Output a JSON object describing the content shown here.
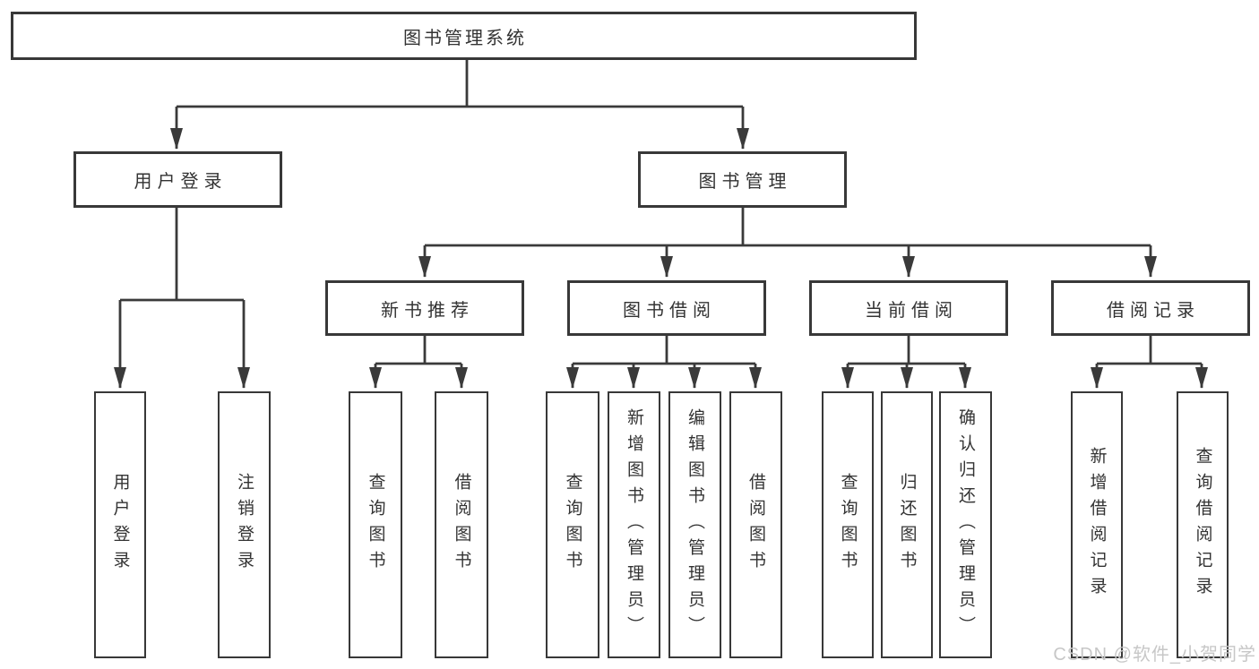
{
  "tree": {
    "root": {
      "label": "图书管理系统"
    },
    "level2": [
      {
        "label": "用户登录",
        "children": [
          {
            "label": "用户登录"
          },
          {
            "label": "注销登录"
          }
        ]
      },
      {
        "label": "图书管理",
        "children": [
          {
            "label": "新书推荐",
            "children": [
              {
                "label": "查询图书"
              },
              {
                "label": "借阅图书"
              }
            ]
          },
          {
            "label": "图书借阅",
            "children": [
              {
                "label": "查询图书"
              },
              {
                "label": "新增图书（管理员）"
              },
              {
                "label": "编辑图书（管理员）"
              },
              {
                "label": "借阅图书"
              }
            ]
          },
          {
            "label": "当前借阅",
            "children": [
              {
                "label": "查询图书"
              },
              {
                "label": "归还图书"
              },
              {
                "label": "确认归还（管理员）"
              }
            ]
          },
          {
            "label": "借阅记录",
            "children": [
              {
                "label": "新增借阅记录"
              },
              {
                "label": "查询借阅记录"
              }
            ]
          }
        ]
      }
    ]
  },
  "watermark": "CSDN @软件_小贺同学",
  "colors": {
    "line": "#3a3a3a",
    "box_border": "#383838",
    "text": "#333333",
    "watermark": "#c7c7c7",
    "background": "#ffffff"
  }
}
